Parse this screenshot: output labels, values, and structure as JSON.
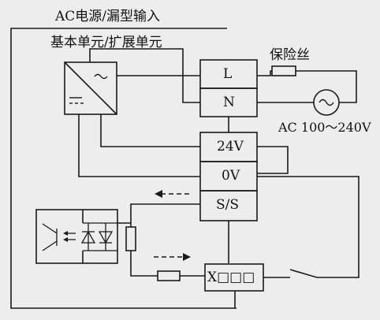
{
  "labels": {
    "input_title": "AC电源/漏型输入",
    "unit_title": "基本单元/扩展单元",
    "fuse": "保险丝",
    "ac_range": "AC 100～240V"
  },
  "terminals": {
    "l": "L",
    "n": "N",
    "v24": "24V",
    "v0": "0V",
    "ss": "S/S",
    "x": "X□□□"
  },
  "symbols": {
    "ac_wave": "~",
    "dc_bars": "—",
    "ac_source": "~"
  }
}
